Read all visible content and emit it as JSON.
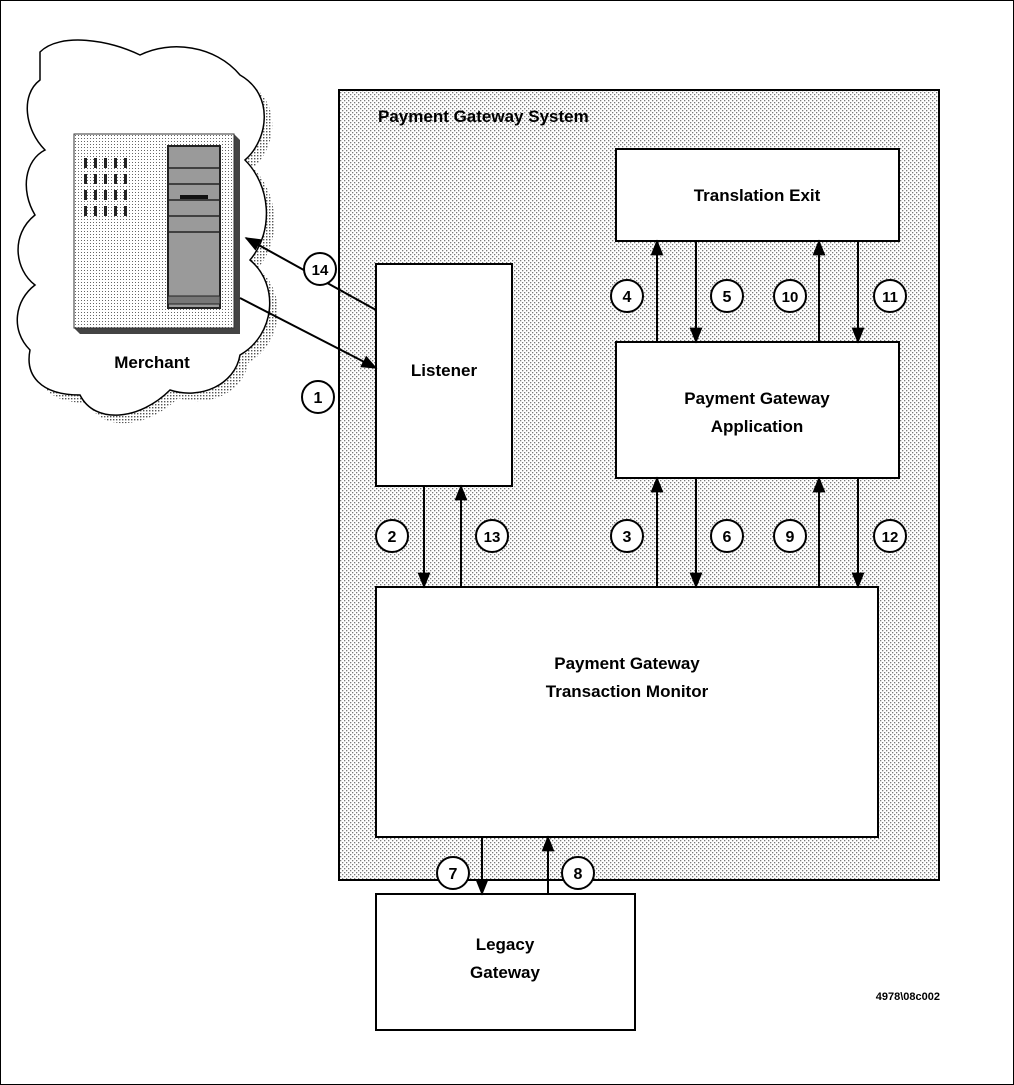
{
  "system": {
    "title": "Payment Gateway System"
  },
  "boxes": {
    "translation_exit": "Translation Exit",
    "listener": "Listener",
    "application": [
      "Payment Gateway",
      "Application"
    ],
    "transaction_monitor": [
      "Payment Gateway",
      "Transaction Monitor"
    ],
    "legacy_gateway": [
      "Legacy",
      "Gateway"
    ]
  },
  "merchant": {
    "label": "Merchant"
  },
  "steps": [
    "1",
    "2",
    "3",
    "4",
    "5",
    "6",
    "7",
    "8",
    "9",
    "10",
    "11",
    "12",
    "13",
    "14"
  ],
  "figure_id": "4978\\08c002"
}
